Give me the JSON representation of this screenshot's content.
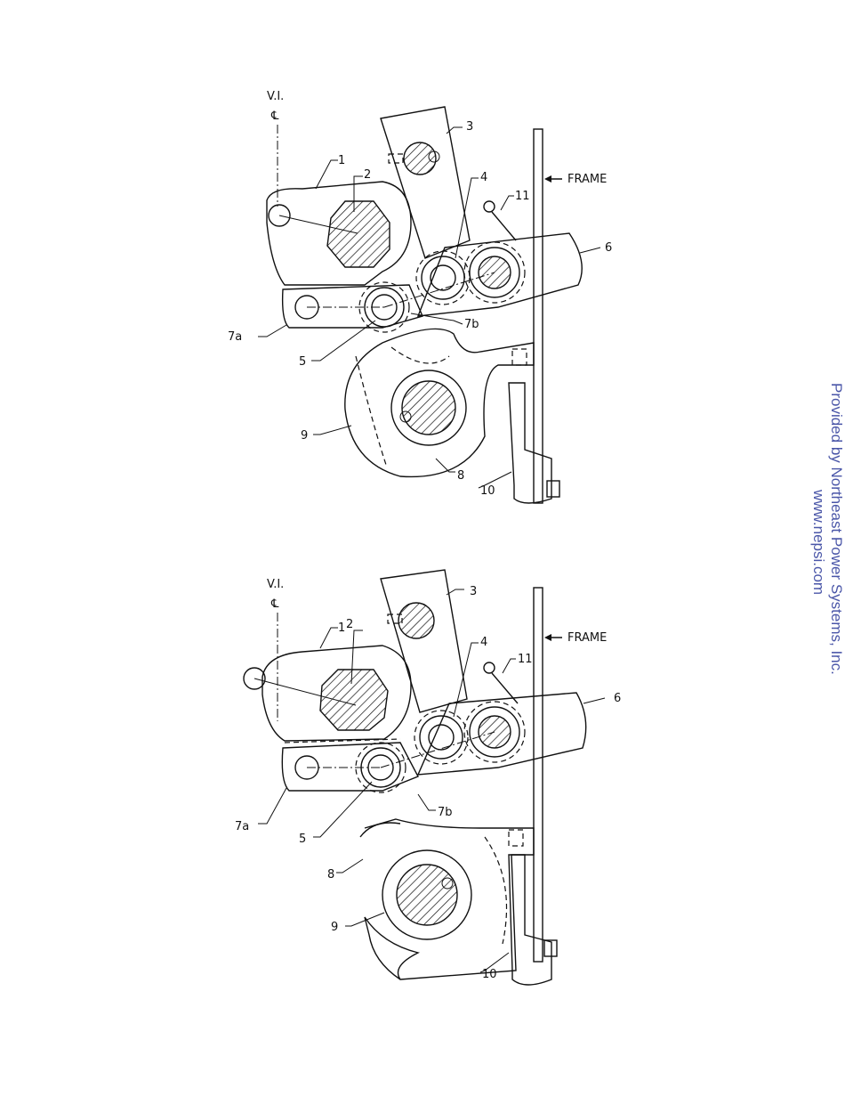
{
  "figures": [
    {
      "id": "top",
      "labels": {
        "vi": "V.I.",
        "cl": "℄",
        "frame": "FRAME",
        "n1": "1",
        "n2": "2",
        "n3": "3",
        "n4": "4",
        "n5": "5",
        "n6": "6",
        "n7a": "7a",
        "n7b": "7b",
        "n8": "8",
        "n9": "9",
        "n10": "10",
        "n11": "11"
      }
    },
    {
      "id": "bottom",
      "labels": {
        "vi": "V.I.",
        "cl": "℄",
        "frame": "FRAME",
        "n1": "1",
        "n2": "2",
        "n3": "3",
        "n4": "4",
        "n5": "5",
        "n6": "6",
        "n7a": "7a",
        "n7b": "7b",
        "n8": "8",
        "n9": "9",
        "n10": "10",
        "n11": "11"
      }
    }
  ],
  "watermark": {
    "line1": "Provided by Northeast Power Systems, Inc.",
    "line2": "www.nepsi.com"
  }
}
